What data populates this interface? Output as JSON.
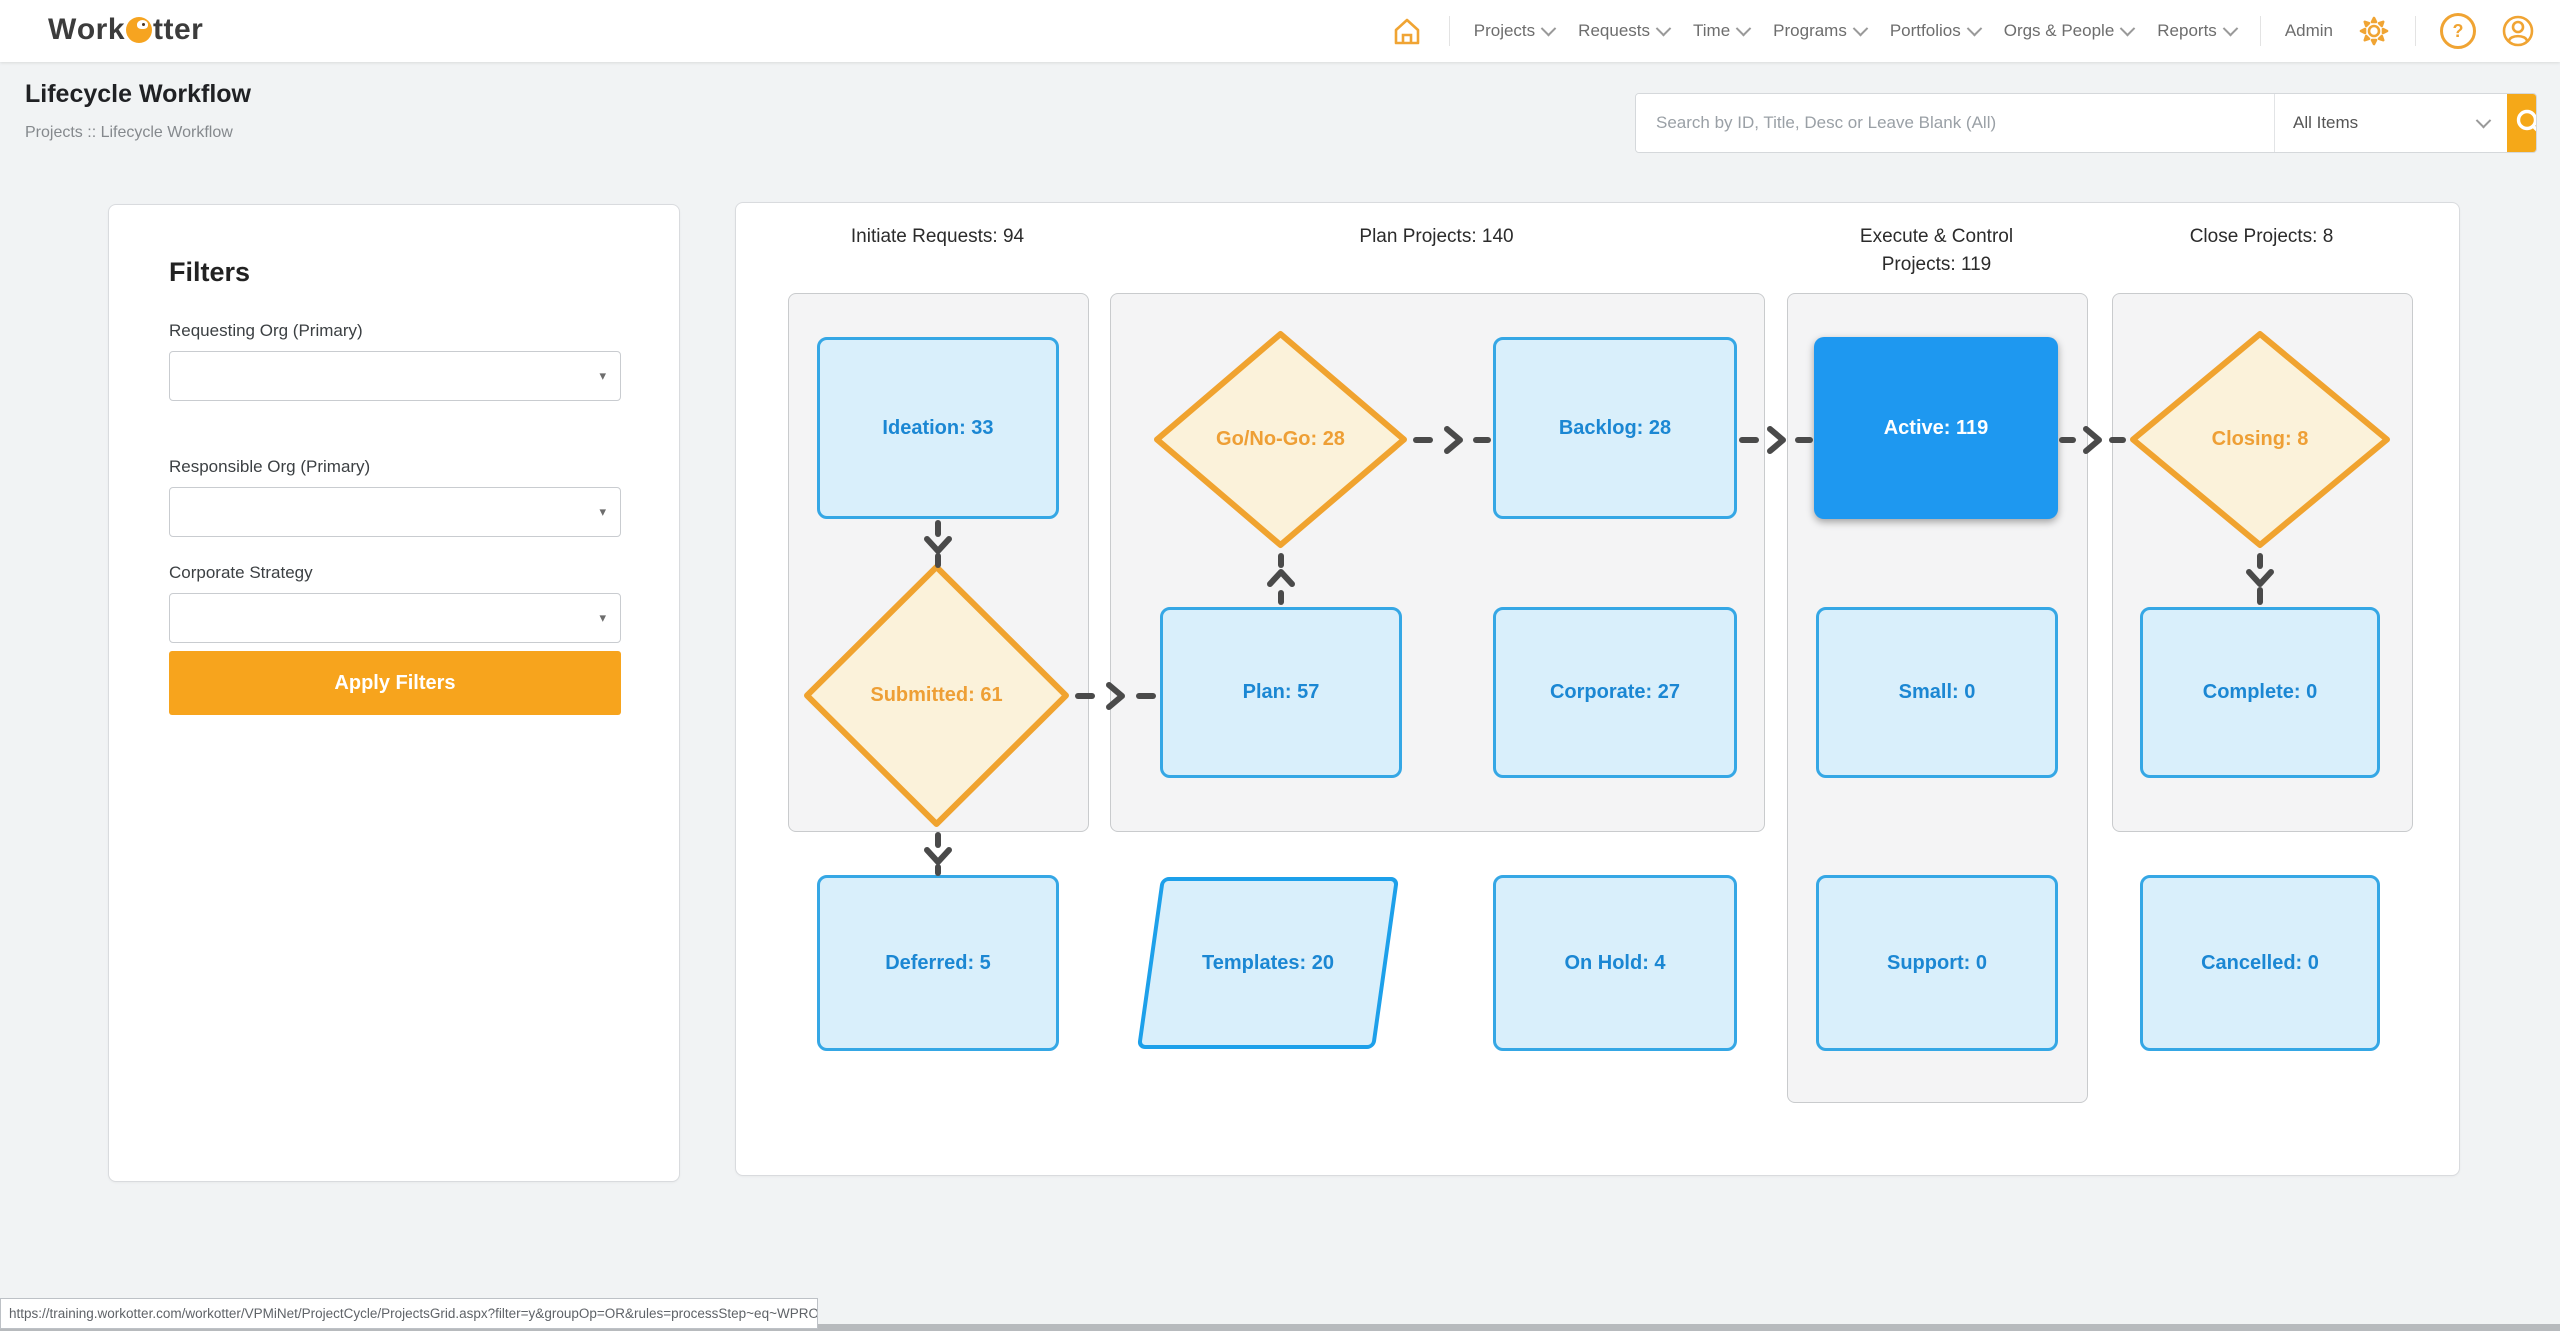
{
  "brand": {
    "word_start": "W",
    "word_mid": "ork",
    "word_end": "tter"
  },
  "nav": {
    "items": [
      {
        "label": "Projects"
      },
      {
        "label": "Requests"
      },
      {
        "label": "Time"
      },
      {
        "label": "Programs"
      },
      {
        "label": "Portfolios"
      },
      {
        "label": "Orgs & People"
      },
      {
        "label": "Reports"
      }
    ],
    "admin_label": "Admin",
    "icons": [
      "home-icon",
      "gear-icon",
      "help-icon",
      "user-icon"
    ]
  },
  "page": {
    "title": "Lifecycle Workflow",
    "breadcrumb": "Projects :: Lifecycle Workflow"
  },
  "search": {
    "placeholder": "Search by ID, Title, Desc or Leave Blank (All)",
    "scope_value": "All Items",
    "button_icon": "search-icon"
  },
  "filters": {
    "heading": "Filters",
    "fields": [
      {
        "label": "Requesting Org (Primary)",
        "value": ""
      },
      {
        "label": "Responsible Org (Primary)",
        "value": ""
      },
      {
        "label": "Corporate Strategy",
        "value": ""
      }
    ],
    "apply_label": "Apply Filters"
  },
  "workflow": {
    "column_headers": [
      {
        "line1": "Initiate Requests: 94",
        "line2": ""
      },
      {
        "line1": "Plan Projects: 140",
        "line2": ""
      },
      {
        "line1": "Execute & Control",
        "line2": "Projects: 119"
      },
      {
        "line1": "Close Projects: 8",
        "line2": ""
      }
    ],
    "nodes": {
      "ideation": {
        "label": "Ideation: 33",
        "shape": "box"
      },
      "submitted": {
        "label": "Submitted: 61",
        "shape": "diamond"
      },
      "deferred": {
        "label": "Deferred: 5",
        "shape": "box"
      },
      "gonogo": {
        "label": "Go/No-Go: 28",
        "shape": "diamond"
      },
      "backlog": {
        "label": "Backlog: 28",
        "shape": "box"
      },
      "plan": {
        "label": "Plan: 57",
        "shape": "box"
      },
      "corporate": {
        "label": "Corporate: 27",
        "shape": "box"
      },
      "templates": {
        "label": "Templates: 20",
        "shape": "parallelogram"
      },
      "onhold": {
        "label": "On Hold: 4",
        "shape": "box"
      },
      "active": {
        "label": "Active: 119",
        "shape": "box-solid"
      },
      "small": {
        "label": "Small: 0",
        "shape": "box"
      },
      "support": {
        "label": "Support: 0",
        "shape": "box"
      },
      "closing": {
        "label": "Closing: 8",
        "shape": "diamond"
      },
      "complete": {
        "label": "Complete: 0",
        "shape": "box"
      },
      "cancelled": {
        "label": "Cancelled: 0",
        "shape": "box"
      }
    }
  },
  "statusbar": {
    "url": "https://training.workotter.com/workotter/VPMiNet/ProjectCycle/ProjectsGrid.aspx?filter=y&groupOp=OR&rules=processStep~eq~WPROC.processStep~eq~REWRK"
  },
  "colors": {
    "accent_orange": "#f5a818",
    "node_blue_fill": "#d9effb",
    "node_blue_border": "#35a7e5",
    "node_blue_text": "#1b87d3",
    "active_blue": "#1e98f0",
    "diamond_fill": "#fbf2da",
    "diamond_border": "#f0a32f"
  }
}
